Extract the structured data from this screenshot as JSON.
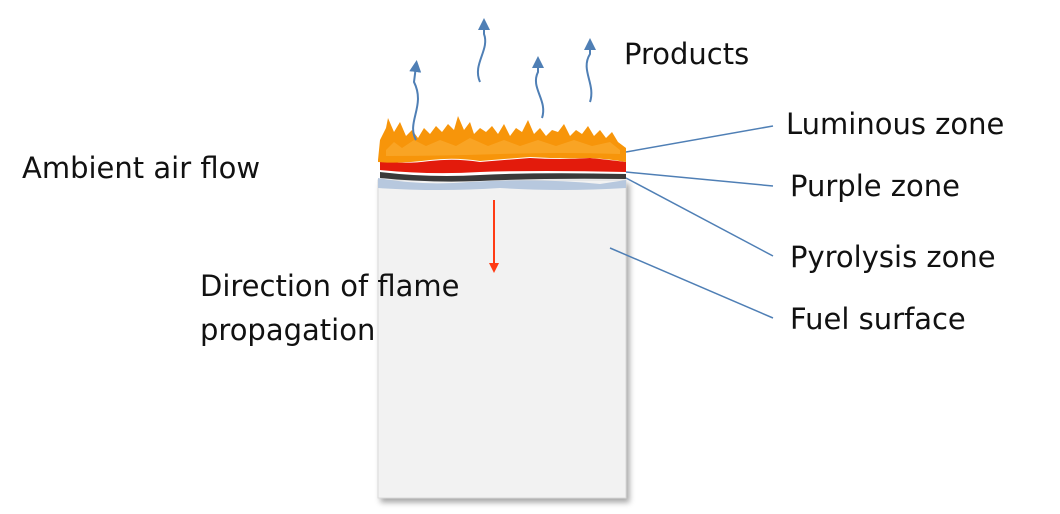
{
  "labels": {
    "products": "Products",
    "luminous_zone": "Luminous zone",
    "purple_zone": "Purple zone",
    "pyrolysis_zone": "Pyrolysis zone",
    "fuel_surface": "Fuel surface",
    "ambient_air_flow": "Ambient air flow",
    "direction_line1": "Direction of flame",
    "direction_line2": "propagation"
  },
  "colors": {
    "flame": "#f7950a",
    "flame_light": "#fbb03b",
    "purple_layer": "#e31b0c",
    "pyrolysis_layer": "#3a3a3a",
    "char_layer": "#b7c8de",
    "fuel": "#f2f2f2",
    "leader_line": "#4f7fb5",
    "products_arrow": "#4f7fb5",
    "propagation_arrow": "#ff3b14"
  }
}
